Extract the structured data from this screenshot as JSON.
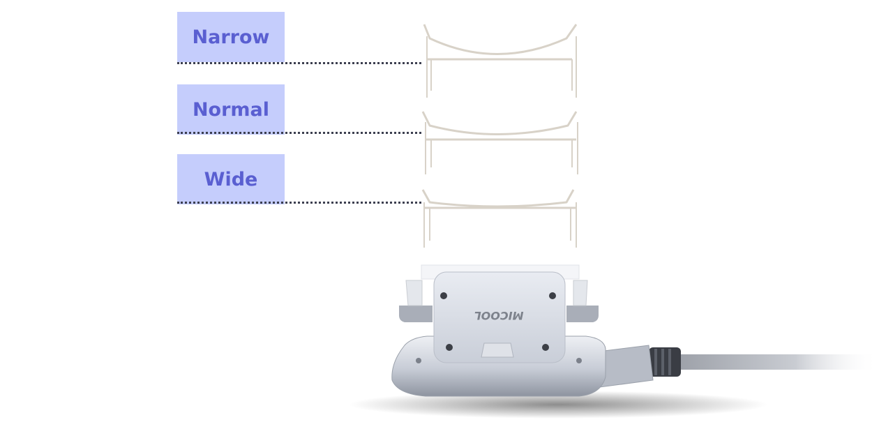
{
  "widths": {
    "narrow": "Narrow",
    "normal": "Normal",
    "wide": "Wide"
  },
  "device": {
    "logo_text": "MICOOL"
  },
  "colors": {
    "label_bg": "#c5cdfc",
    "label_text": "#5a5fd1",
    "guide_line": "#3c3f4f"
  }
}
